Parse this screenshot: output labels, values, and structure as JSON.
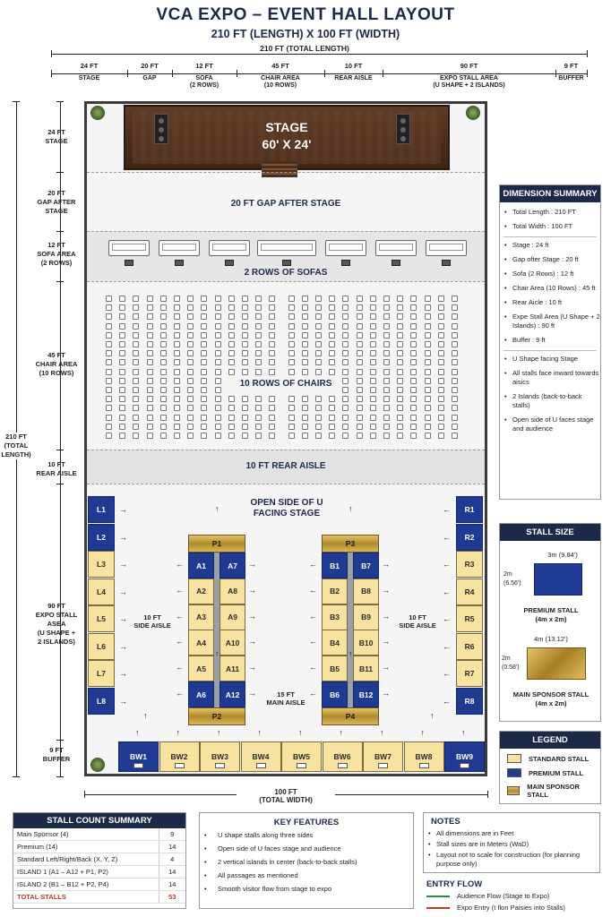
{
  "title": "VCA EXPO – EVENT HALL LAYOUT",
  "subtitle": "210 FT (LENGTH) X 100 FT (WIDTH)",
  "top_dims": {
    "total": "210 FT (TOTAL LENGTH)",
    "segments": [
      {
        "value": "24 FT",
        "name": "STAGE"
      },
      {
        "value": "20 FT",
        "name": "GAP"
      },
      {
        "value": "12 FT",
        "name": "SOFA\n(2 ROWS)"
      },
      {
        "value": "45 FT",
        "name": "CHAIR AREA\n(10 ROWS)"
      },
      {
        "value": "10 FT",
        "name": "REAR AISLE"
      },
      {
        "value": "90 FT",
        "name": "EXPO STALL AREA\n(U SHAPE + 2 ISLANDS)"
      },
      {
        "value": "9 FT",
        "name": "BUFFER"
      }
    ]
  },
  "side_dims": {
    "total": "210 FT\n(TOTAL\nLENGTH)",
    "stage": "24 FT\nSTAGE",
    "gap": "20 FT\nGAP AFTER\nSTAGE",
    "sofa": "12 FT\nSOFA AREA\n(2 ROWS)",
    "chairs": "45 FT\nCHAIR AREA\n(10 ROWS)",
    "aisle": "10 FT\nREAR AISLE",
    "expo": "90 FT\nEXPO STALL\nASEA\n(U SHAPE +\n2 ISLANDS)",
    "buffer": "9 FT\nBUFFER"
  },
  "stage": {
    "label": "STAGE",
    "size": "60' X 24'"
  },
  "zones": {
    "gap": "20 FT GAP AFTER STAGE",
    "sofa": "2 ROWS OF SOFAS",
    "chairs": "10 ROWS OF CHAIRS",
    "aisle": "10 FT REAR AISLE",
    "open_side": "OPEN SIDE OF U\nFACING STAGE",
    "side_aisle_left": "10 FT\nSIDE AISLE",
    "side_aisle_right": "10 FT\nSIDE AISLE",
    "main_aisle": "15 FT\nMAIN AISLE"
  },
  "bottom_dim": "100 FT\n(TOTAL WIDTH)",
  "stalls": {
    "left": [
      {
        "id": "L1",
        "kind": "prem"
      },
      {
        "id": "L2",
        "kind": "prem"
      },
      {
        "id": "L3",
        "kind": "std"
      },
      {
        "id": "L4",
        "kind": "std"
      },
      {
        "id": "L5",
        "kind": "std"
      },
      {
        "id": "L6",
        "kind": "std"
      },
      {
        "id": "L7",
        "kind": "std"
      },
      {
        "id": "L8",
        "kind": "prem"
      }
    ],
    "right": [
      {
        "id": "R1",
        "kind": "prem"
      },
      {
        "id": "R2",
        "kind": "prem"
      },
      {
        "id": "R3",
        "kind": "std"
      },
      {
        "id": "R4",
        "kind": "std"
      },
      {
        "id": "R5",
        "kind": "std"
      },
      {
        "id": "R6",
        "kind": "std"
      },
      {
        "id": "R7",
        "kind": "std"
      },
      {
        "id": "R8",
        "kind": "prem"
      }
    ],
    "island1": {
      "top": "P1",
      "bottom": "P2",
      "left": [
        {
          "id": "A1",
          "kind": "prem"
        },
        {
          "id": "A2",
          "kind": "std"
        },
        {
          "id": "A3",
          "kind": "std"
        },
        {
          "id": "A4",
          "kind": "std"
        },
        {
          "id": "A5",
          "kind": "std"
        },
        {
          "id": "A6",
          "kind": "prem"
        }
      ],
      "right": [
        {
          "id": "A7",
          "kind": "prem"
        },
        {
          "id": "A8",
          "kind": "std"
        },
        {
          "id": "A9",
          "kind": "std"
        },
        {
          "id": "A10",
          "kind": "std"
        },
        {
          "id": "A11",
          "kind": "std"
        },
        {
          "id": "A12",
          "kind": "prem"
        }
      ]
    },
    "island2": {
      "top": "P3",
      "bottom": "P4",
      "left": [
        {
          "id": "B1",
          "kind": "prem"
        },
        {
          "id": "B2",
          "kind": "std"
        },
        {
          "id": "B3",
          "kind": "std"
        },
        {
          "id": "B4",
          "kind": "std"
        },
        {
          "id": "B5",
          "kind": "std"
        },
        {
          "id": "B6",
          "kind": "prem"
        }
      ],
      "right": [
        {
          "id": "B7",
          "kind": "prem"
        },
        {
          "id": "B8",
          "kind": "std"
        },
        {
          "id": "B9",
          "kind": "std"
        },
        {
          "id": "B10",
          "kind": "std"
        },
        {
          "id": "B11",
          "kind": "std"
        },
        {
          "id": "B12",
          "kind": "prem"
        }
      ]
    },
    "back": [
      {
        "id": "BW1",
        "kind": "prem"
      },
      {
        "id": "BW2",
        "kind": "std"
      },
      {
        "id": "BW3",
        "kind": "std"
      },
      {
        "id": "BW4",
        "kind": "std"
      },
      {
        "id": "BW5",
        "kind": "std"
      },
      {
        "id": "BW6",
        "kind": "std"
      },
      {
        "id": "BW7",
        "kind": "std"
      },
      {
        "id": "BW8",
        "kind": "std"
      },
      {
        "id": "BW9",
        "kind": "prem"
      }
    ]
  },
  "dimension_summary": {
    "title": "DIMENSION SUMMARY",
    "group1": [
      "Total Length : 210 FT",
      "Total Width : 100 FT"
    ],
    "group2": [
      "Stage : 24 ft",
      "Gap ofter Stage : 20 ft",
      "Sofa (2 Rows) : 12 ft",
      "Chair Area (10 Rows) : 45 ft",
      "Rear Aicle : 10 ft",
      "Expe Stall Area (U Shape + 2 Islands) : 90 ft",
      "Buffer : 9 ft"
    ],
    "group3": [
      "U Shape facing Stage",
      "All stalls face inward towards aisics",
      "2 Islands (back-to-back stalls)",
      "Open side of U faces stage and audience"
    ]
  },
  "stall_size": {
    "title": "STALL SIZE",
    "premium_w": "3m (9.84')",
    "premium_h": "2m\n(6.56')",
    "premium_label": "PREMIUM STALL\n(4m x 2m)",
    "sponsor_w": "4m (13.12')",
    "sponsor_h": "2m\n(0.58')",
    "sponsor_label": "MAIN SPONSOR STALL\n(4m x 2m)"
  },
  "legend": {
    "title": "LEGEND",
    "items": [
      "STANDARD STALL",
      "PREMIUM STALL",
      "MAIN SPONSOR STALL"
    ]
  },
  "stall_count": {
    "title": "STALL COUNT SUMMARY",
    "rows": [
      {
        "label": "Main Sponsor (4)",
        "value": "9"
      },
      {
        "label": "Premium (14)",
        "value": "14"
      },
      {
        "label": "Standard Left/Right/Back (X, Y, Z)",
        "value": "4"
      },
      {
        "label": "ISLAND 1 (A1 – A12 + P1, P2)",
        "value": "14"
      },
      {
        "label": "ISLAND 2 (B1 – B12 + P2, P4)",
        "value": "14"
      }
    ],
    "total_label": "TOTAL STALLS",
    "total_value": "53"
  },
  "key_features": {
    "title": "KEY FEATURES",
    "items": [
      "U shape stalls along three sides",
      "Open side of U faces stage and audience",
      "2 vertical islands in center (back-to-back stalls)",
      "All passages as mentioned",
      "Smooth visitor flow from stage to expo"
    ]
  },
  "notes": {
    "title": "NOTES",
    "items": [
      "All dimensions are in Feet",
      "Stall sizes are in Meters (WaD)",
      "Layout not to scale for construction (for planning purpose only)"
    ]
  },
  "entry_flow": {
    "title": "ENTRY FLOW",
    "items": [
      "Audience Flow (Stage to Expo)",
      "Expo Entry (t flon Paisies into Stalls)"
    ]
  },
  "colors": {
    "navy": "#1c2a4a",
    "premium": "#1f3a93",
    "standard": "#f8e2a0",
    "sponsor": "#c9a23f",
    "green_arrow": "#2e8b3a",
    "red_arrow": "#c0392b"
  }
}
